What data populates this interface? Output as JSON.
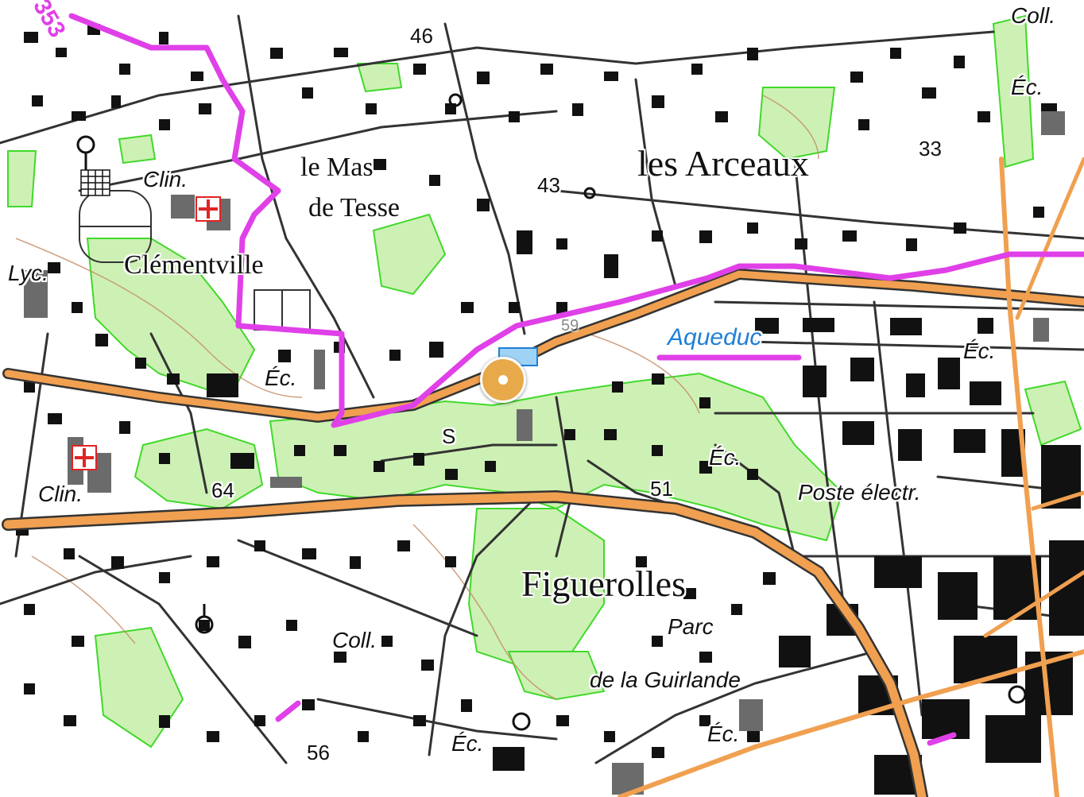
{
  "map": {
    "colors": {
      "background": "#ffffff",
      "building": "#111111",
      "green_area": "#cdf1b4",
      "green_outline": "#41d92b",
      "main_road": "#f0a050",
      "route_line": "#e040e8",
      "water": "#1f7fd6",
      "contour": "#c48a62"
    },
    "place_labels": {
      "les_arceaux": "les Arceaux",
      "le_mas": "le Mas",
      "de_tesse": "de Tesse",
      "clementville": "Clémentville",
      "figuerolles": "Figuerolles",
      "parc": "Parc",
      "de_la_guirlande": "de la Guirlande",
      "poste_electr": "Poste électr.",
      "aqueduc": "Aqueduc"
    },
    "abbrev_labels": {
      "clin_top": "Clin.",
      "clin_bottom": "Clin.",
      "ec_1": "Éc.",
      "ec_2": "Éc.",
      "ec_3": "Éc.",
      "ec_4": "Éc.",
      "ec_5": "Éc.",
      "ec_6": "Éc.",
      "coll_top": "Coll.",
      "coll_bottom": "Coll.",
      "lyc": "Lyc.",
      "s": "S"
    },
    "elevations": [
      "46",
      "43",
      "33",
      "64",
      "51",
      "56",
      "59"
    ],
    "route_number": "353",
    "icons": [
      "hospital-cross-icon",
      "hospital-cross-icon",
      "location-marker-icon"
    ]
  }
}
